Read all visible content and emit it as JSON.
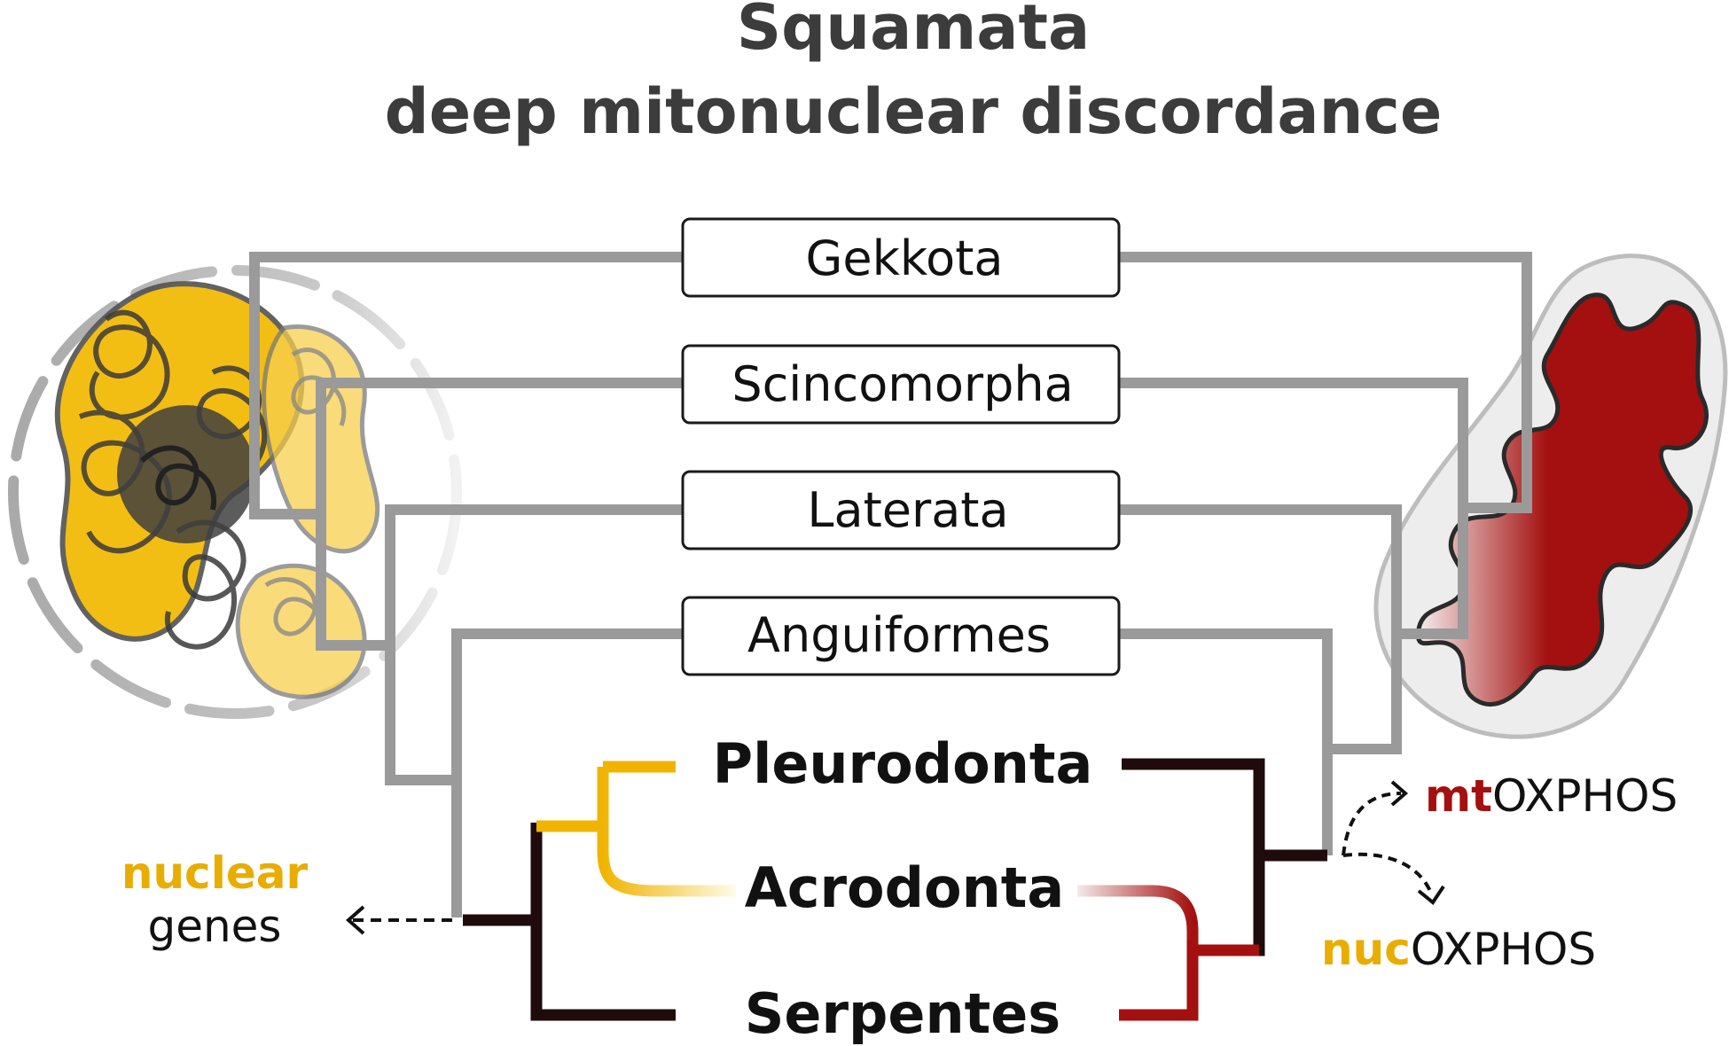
{
  "title": {
    "line1": "Squamata",
    "line2": "deep mitonuclear discordance"
  },
  "taxa_boxed": [
    "Gekkota",
    "Scincomorpha",
    "Laterata",
    "Anguiformes"
  ],
  "taxa_bold": [
    "Pleurodonta",
    "Acrodonta",
    "Serpentes"
  ],
  "left_label": {
    "accent": "nuclear",
    "rest": "genes"
  },
  "right_labels": {
    "mt": {
      "accent": "mt",
      "rest": "OXPHOS"
    },
    "nuc": {
      "accent": "nuc",
      "rest": "OXPHOS"
    }
  },
  "colors": {
    "nuclear_yellow": "#e8ad00",
    "mito_red": "#a3100f",
    "tree_gray": "#9a9a9a",
    "tree_dark": "#1f0b0b",
    "title_gray": "#3c3c3c"
  },
  "icons": {
    "left": "cell-nucleus-icon",
    "right": "mitochondrion-icon"
  }
}
